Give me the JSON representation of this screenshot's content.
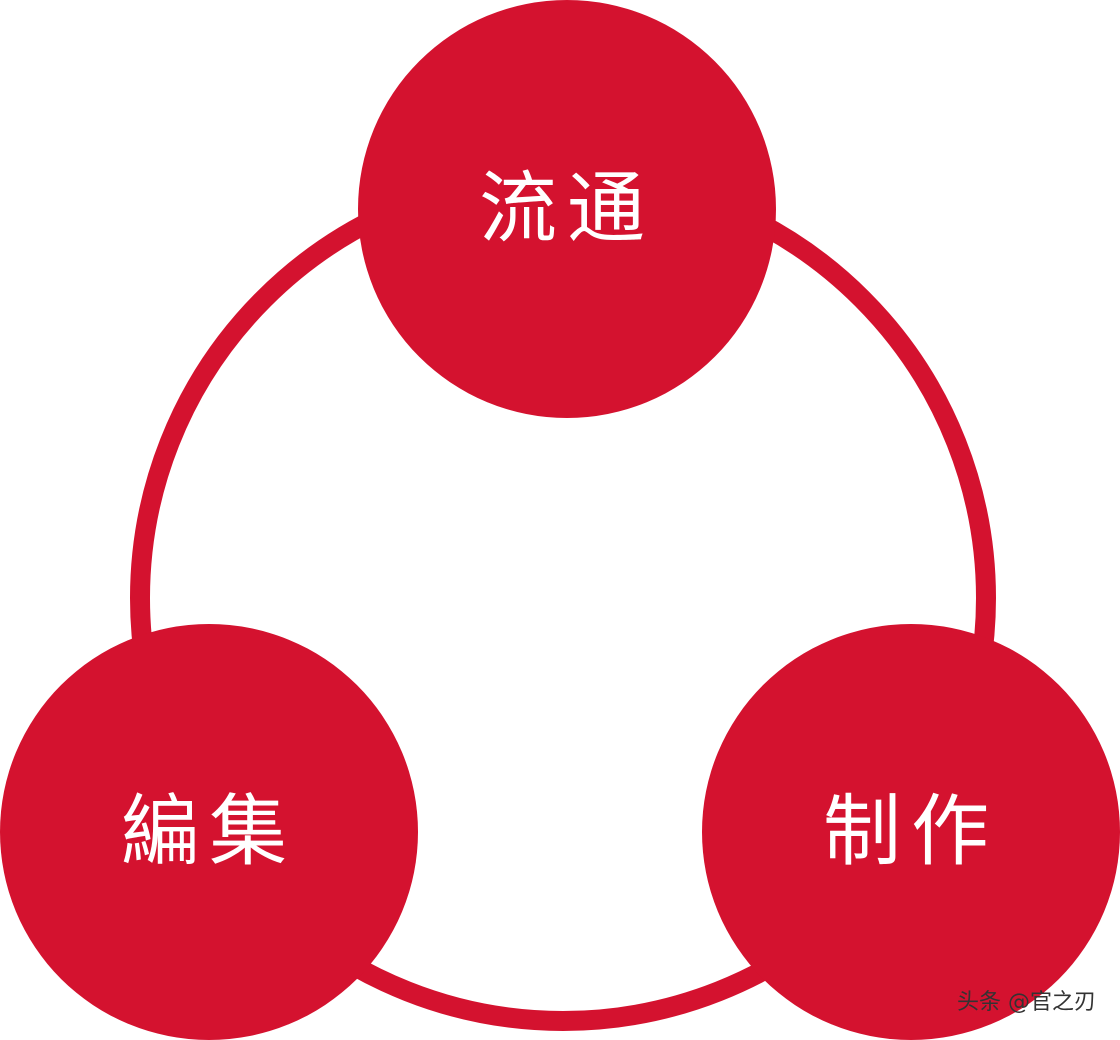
{
  "diagram": {
    "nodes": [
      {
        "id": "top",
        "label": "流通"
      },
      {
        "id": "left",
        "label": "編集"
      },
      {
        "id": "right",
        "label": "制作"
      }
    ],
    "colors": {
      "accent": "#d4122f",
      "background": "#ffffff",
      "label": "#ffffff"
    }
  },
  "watermark": {
    "text": "头条 @官之刃"
  }
}
